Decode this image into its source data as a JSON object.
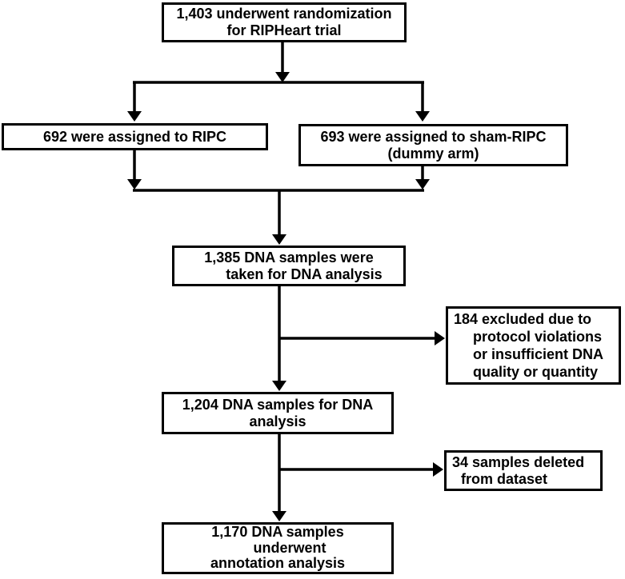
{
  "colors": {
    "ink": "#000000",
    "background": "#ffffff"
  },
  "nodes": {
    "randomization": {
      "lines": [
        "1,403 underwent randomization",
        "for RIPHeart trial"
      ]
    },
    "ripc": {
      "lines": [
        "692 were assigned to RIPC"
      ]
    },
    "sham_ripc": {
      "lines": [
        "693 were assigned to sham-RIPC",
        "(dummy arm)"
      ]
    },
    "dna_taken": {
      "lines": [
        "1,385 DNA samples were",
        "taken for DNA analysis"
      ]
    },
    "excluded": {
      "lines": [
        "184 excluded due to",
        "protocol violations",
        "or insufficient DNA",
        "quality or quantity"
      ]
    },
    "dna_analysis": {
      "lines": [
        "1,204 DNA samples for DNA",
        "analysis"
      ]
    },
    "deleted": {
      "lines": [
        "34 samples deleted",
        "from dataset"
      ]
    },
    "annotation": {
      "lines": [
        "1,170 DNA samples",
        "underwent",
        "annotation analysis"
      ]
    }
  }
}
